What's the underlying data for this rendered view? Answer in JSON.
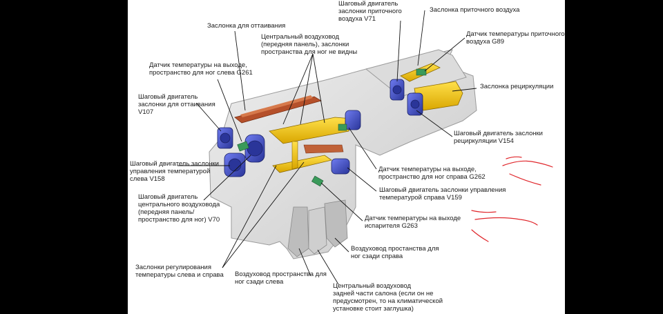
{
  "labels": {
    "stepper_fresh_air": "Шаговый двигатель\nзаслонки приточного\nвоздуха V71",
    "fresh_air_flap": "Заслонка приточного воздуха",
    "fresh_air_temp_sensor": "Датчик температуры приточного\nвоздуха G89",
    "defrost_flap": "Заслонка для оттаивания",
    "central_duct": "Центральный воздуховод\n(передняя панель), заслонки\nпространства для ног не видны",
    "outlet_temp_left": "Датчик температуры на выходе,\nпространство для ног слева G261",
    "recirculation_flap": "Заслонка рециркуляции",
    "stepper_defrost": "Шаговый двигатель\nзаслонки для оттаивания\nV107",
    "stepper_recirculation": "Шаговый двигатель заслонки\nрециркуляции V154",
    "stepper_temp_left": "Шаговый двигатель заслонки\nуправления температурой\nслева V158",
    "outlet_temp_right": "Датчик температуры на выходе,\nпространство для ног справа G262",
    "stepper_temp_right": "Шаговый двигатель заслонки управления\nтемпературой справа V159",
    "stepper_central": "Шаговый двигатель\nцентрального воздуховода\n(передняя панель/\nпространство для ног) V70",
    "evaporator_sensor": "Датчик температуры на выходе\nиспарителя G263",
    "rear_right_duct": "Воздуховод простанства для\nног сзади справа",
    "temp_flaps": "Заслонки регулирования\nтемпературы слева и справа",
    "rear_left_duct": "Воздуховод пространства для\nног сзади слева",
    "rear_central_duct": "Центральный воздуховод\nзадней части салона (если он не\nпредусмотрен, то на климатической\nустановке стоит заглушка)"
  },
  "colors": {
    "background": "#000000",
    "panel": "#ffffff",
    "housing": "#d9d9d9",
    "flap_yellow": "#f2c400",
    "motor_blue": "#3f4fc4",
    "sensor_green": "#3a9a5a",
    "duct_rust": "#b5502a",
    "annotation_red": "#e0262b"
  }
}
